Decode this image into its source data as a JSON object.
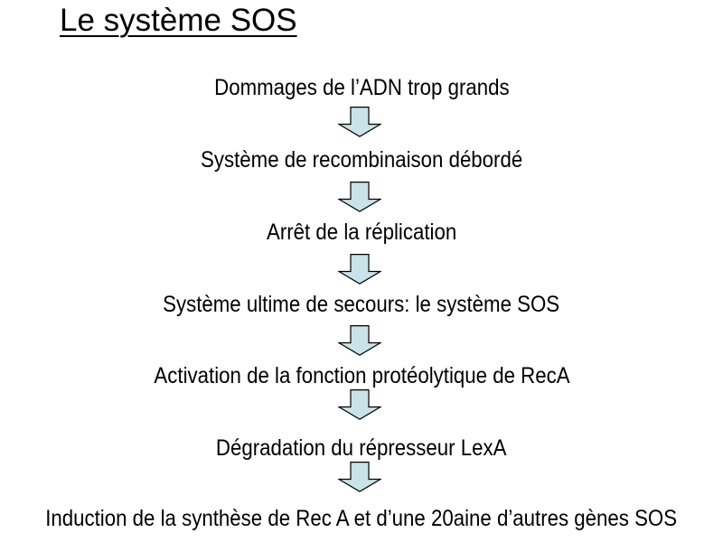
{
  "slide": {
    "title": "Le système SOS",
    "steps": [
      {
        "label": "Dommages de l’ADN trop grands"
      },
      {
        "label": "Système de recombinaison débordé"
      },
      {
        "label": "Arrêt de la réplication"
      },
      {
        "label": "Système ultime de secours: le système SOS"
      },
      {
        "label": "Activation de la fonction protéolytique de RecA"
      },
      {
        "label": "Dégradation du répresseur LexA"
      },
      {
        "label": "Induction de la synthèse de Rec A et d’une 20aine d’autres gènes SOS"
      }
    ],
    "arrow": {
      "fill": "#c9e3e8",
      "stroke": "#000000"
    },
    "colors": {
      "background": "#ffffff",
      "text": "#000000"
    }
  }
}
